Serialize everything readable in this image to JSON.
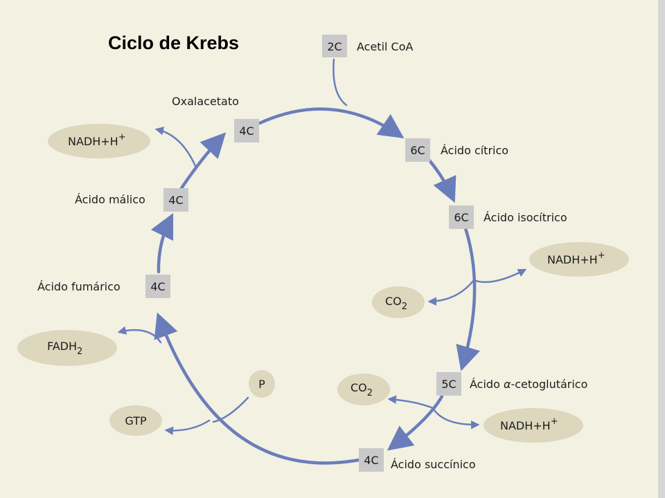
{
  "title": "Ciclo de Krebs",
  "colors": {
    "background": "#f3f1e2",
    "cycle_arrow": "#6a7dbb",
    "box_fill": "#c9c9c9",
    "oval_fill": "#dcd7bd",
    "text": "#1c1c1c",
    "right_border": "#bdbdbd"
  },
  "nodes": {
    "acetil": {
      "carbons": "2C",
      "name": "Acetil CoA"
    },
    "citrico": {
      "carbons": "6C",
      "name": "Ácido cítrico"
    },
    "isocitrico": {
      "carbons": "6C",
      "name": "Ácido isocítrico"
    },
    "cetoglutarico": {
      "carbons": "5C",
      "name_prefix": "Ácido ",
      "alpha": "α",
      "name_suffix": "-cetoglutárico"
    },
    "succinico": {
      "carbons": "4C",
      "name": "Ácido succínico"
    },
    "fumarico": {
      "carbons": "4C",
      "name": "Ácido fumárico"
    },
    "malico": {
      "carbons": "4C",
      "name": "Ácido málico"
    },
    "oxalacetato": {
      "carbons": "4C",
      "name": "Oxalacetato"
    }
  },
  "products": {
    "nadh_top_left": {
      "base": "NADH+H",
      "sup": "+"
    },
    "nadh_right_1": {
      "base": "NADH+H",
      "sup": "+"
    },
    "co2_right_1": {
      "base": "CO",
      "sub": "2"
    },
    "co2_right_2": {
      "base": "CO",
      "sub": "2"
    },
    "nadh_right_2": {
      "base": "NADH+H",
      "sup": "+"
    },
    "fadh2": {
      "base": "FADH",
      "sub": "2"
    },
    "gtp": {
      "label": "GTP"
    },
    "phosphate": {
      "label": "P"
    }
  }
}
